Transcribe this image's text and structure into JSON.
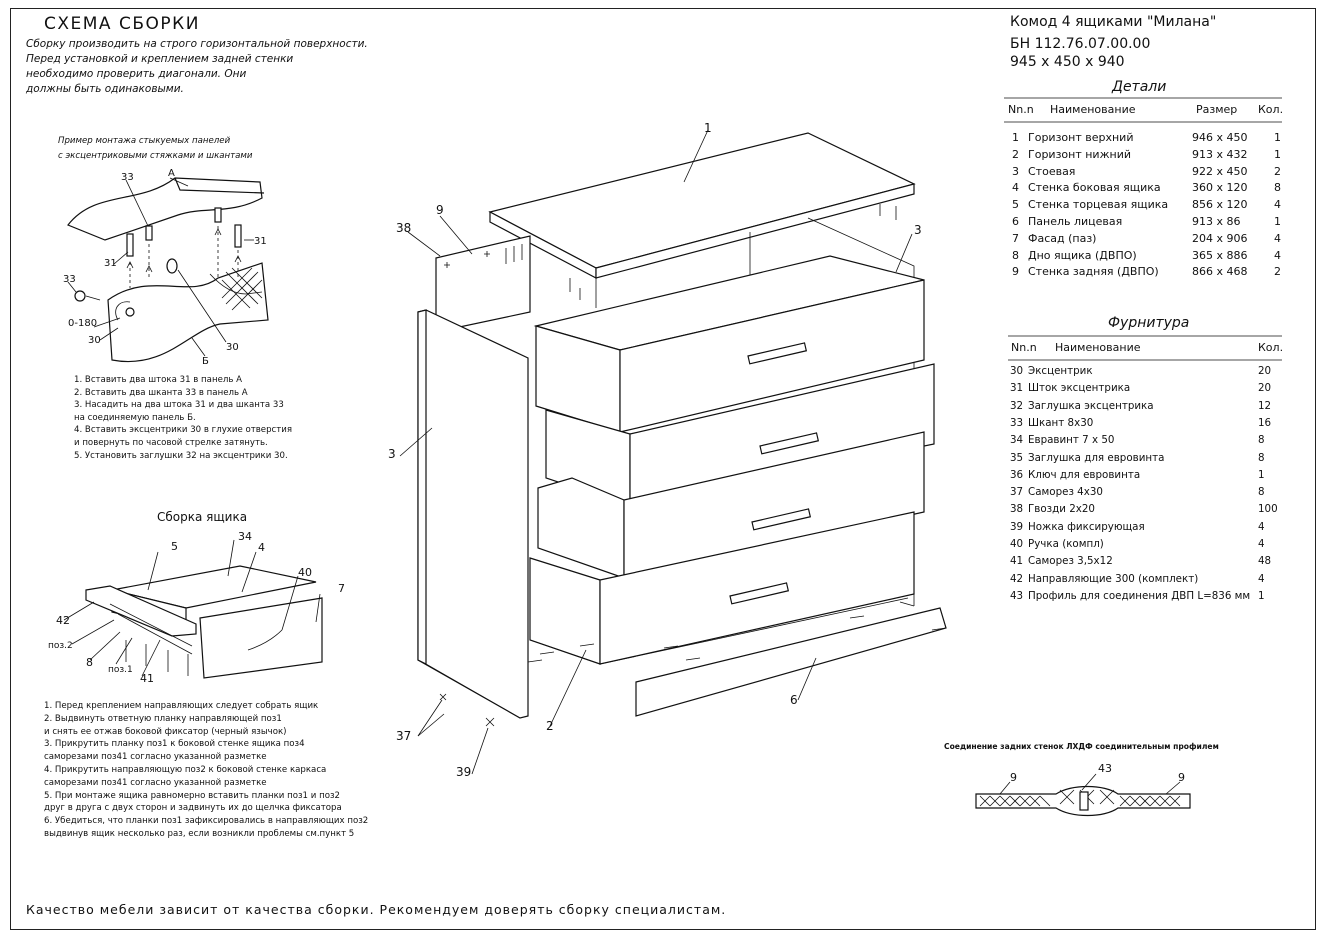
{
  "assembly": {
    "title": "СХЕМА СБОРКИ",
    "intro": [
      "Сборку производить на строго горизонтальной поверхности.",
      "Перед установкой и креплением задней стенки",
      "необходимо проверить диагонали. Они",
      "должны быть одинаковыми."
    ]
  },
  "product": {
    "name": "Комод 4 ящиками \"Милана\"",
    "code": "БН 112.76.07.00.00",
    "dims": "945 x 450 x 940"
  },
  "details": {
    "title": "Детали",
    "headers": [
      "Nn.n",
      "Наименование",
      "Размер",
      "Кол."
    ],
    "rows": [
      [
        "1",
        "Горизонт верхний",
        "946 x 450",
        "1"
      ],
      [
        "2",
        "Горизонт нижний",
        "913 x 432",
        "1"
      ],
      [
        "3",
        "Стоевая",
        "922 x 450",
        "2"
      ],
      [
        "4",
        "Стенка боковая ящика",
        "360 x 120",
        "8"
      ],
      [
        "5",
        "Стенка торцевая ящика",
        "856 x 120",
        "4"
      ],
      [
        "6",
        "Панель лицевая",
        "913 x 86",
        "1"
      ],
      [
        "7",
        "Фасад (паз)",
        "204 x 906",
        "4"
      ],
      [
        "8",
        "Дно ящика (ДВПО)",
        "365 x 886",
        "4"
      ],
      [
        "9",
        "Стенка задняя (ДВПО)",
        "866 x 468",
        "2"
      ]
    ]
  },
  "fittings": {
    "title": "Фурнитура",
    "headers": [
      "Nn.n",
      "Наименование",
      "Кол."
    ],
    "rows": [
      [
        "30",
        "Эксцентрик",
        "20"
      ],
      [
        "31",
        "Шток эксцентрика",
        "20"
      ],
      [
        "32",
        "Заглушка эксцентрика",
        "12"
      ],
      [
        "33",
        "Шкант 8х30",
        "16"
      ],
      [
        "34",
        "Евравинт 7 х 50",
        "8"
      ],
      [
        "35",
        "Заглушка для евровинта",
        "8"
      ],
      [
        "36",
        "Ключ для евровинта",
        "1"
      ],
      [
        "37",
        "Саморез 4х30",
        "8"
      ],
      [
        "38",
        "Гвозди 2х20",
        "100"
      ],
      [
        "39",
        "Ножка фиксирующая",
        "4"
      ],
      [
        "40",
        "Ручка (компл)",
        "4"
      ],
      [
        "41",
        "Саморез 3,5х12",
        "48"
      ],
      [
        "42",
        "Направляющие 300 (комплект)",
        "4"
      ],
      [
        "43",
        "Профиль для соединения ДВП L=836 мм",
        "1"
      ]
    ]
  },
  "joint_example": {
    "title": [
      "Пример монтажа стыкуемых панелей",
      "с эксцентриковыми стяжками    и шкантами"
    ],
    "labels": {
      "n33": "33",
      "nA": "A",
      "n31a": "31",
      "n31b": "31",
      "n33b": "33",
      "n0_180": "0-180",
      "n30a": "30",
      "n30b": "30",
      "nB": "Б"
    },
    "steps": [
      "1. Вставить два штока 31 в панель А",
      "2. Вставить два шканта 33 в панель А",
      "3. Насадить на два штока 31 и два шканта 33",
      "на соединяемую панель Б.",
      "4. Вставить эксцентрики 30 в глухие отверстия",
      "и повернуть по часовой стрелке затянуть.",
      "5. Установить заглушки 32 на эксцентрики 30."
    ]
  },
  "drawer": {
    "title": "Сборка ящика",
    "labels": {
      "n5": "5",
      "n34": "34",
      "n4": "4",
      "n40": "40",
      "n7": "7",
      "n42": "42",
      "pos2": "поз.2",
      "n8": "8",
      "pos1": "поз.1",
      "n41": "41"
    },
    "steps": [
      "1. Перед креплением направляющих следует собрать ящик",
      "2. Выдвинуть ответную планку направляющей поз1",
      "и снять ее отжав боковой фиксатор (черный язычок)",
      "3. Прикрутить планку поз1 к боковой стенке ящика поз4",
      "саморезами поз41 согласно указанной разметке",
      "4. Прикрутить направляющую поз2 к боковой стенке каркаса",
      "саморезами поз41 согласно указанной разметке",
      "5. При монтаже ящика равномерно вставить планки поз1 и поз2",
      "друг в друга с двух сторон и задвинуть их до щелчка фиксатора",
      "6. Убедиться, что планки поз1 зафиксировались в направляющих поз2",
      "выдвинув ящик несколько раз, если возникли проблемы см.пункт 5"
    ]
  },
  "main_callouts": {
    "c1": "1",
    "c9": "9",
    "c38": "38",
    "c3a": "3",
    "c3b": "3",
    "c2": "2",
    "c6": "6",
    "c37": "37",
    "c39": "39"
  },
  "profile": {
    "title": "Соединение задних стенок ЛХДФ соединительным профилем",
    "l9a": "9",
    "l43": "43",
    "l9b": "9"
  },
  "footer": "Качество мебели зависит от качества сборки. Рекомендуем доверять сборку специалистам."
}
